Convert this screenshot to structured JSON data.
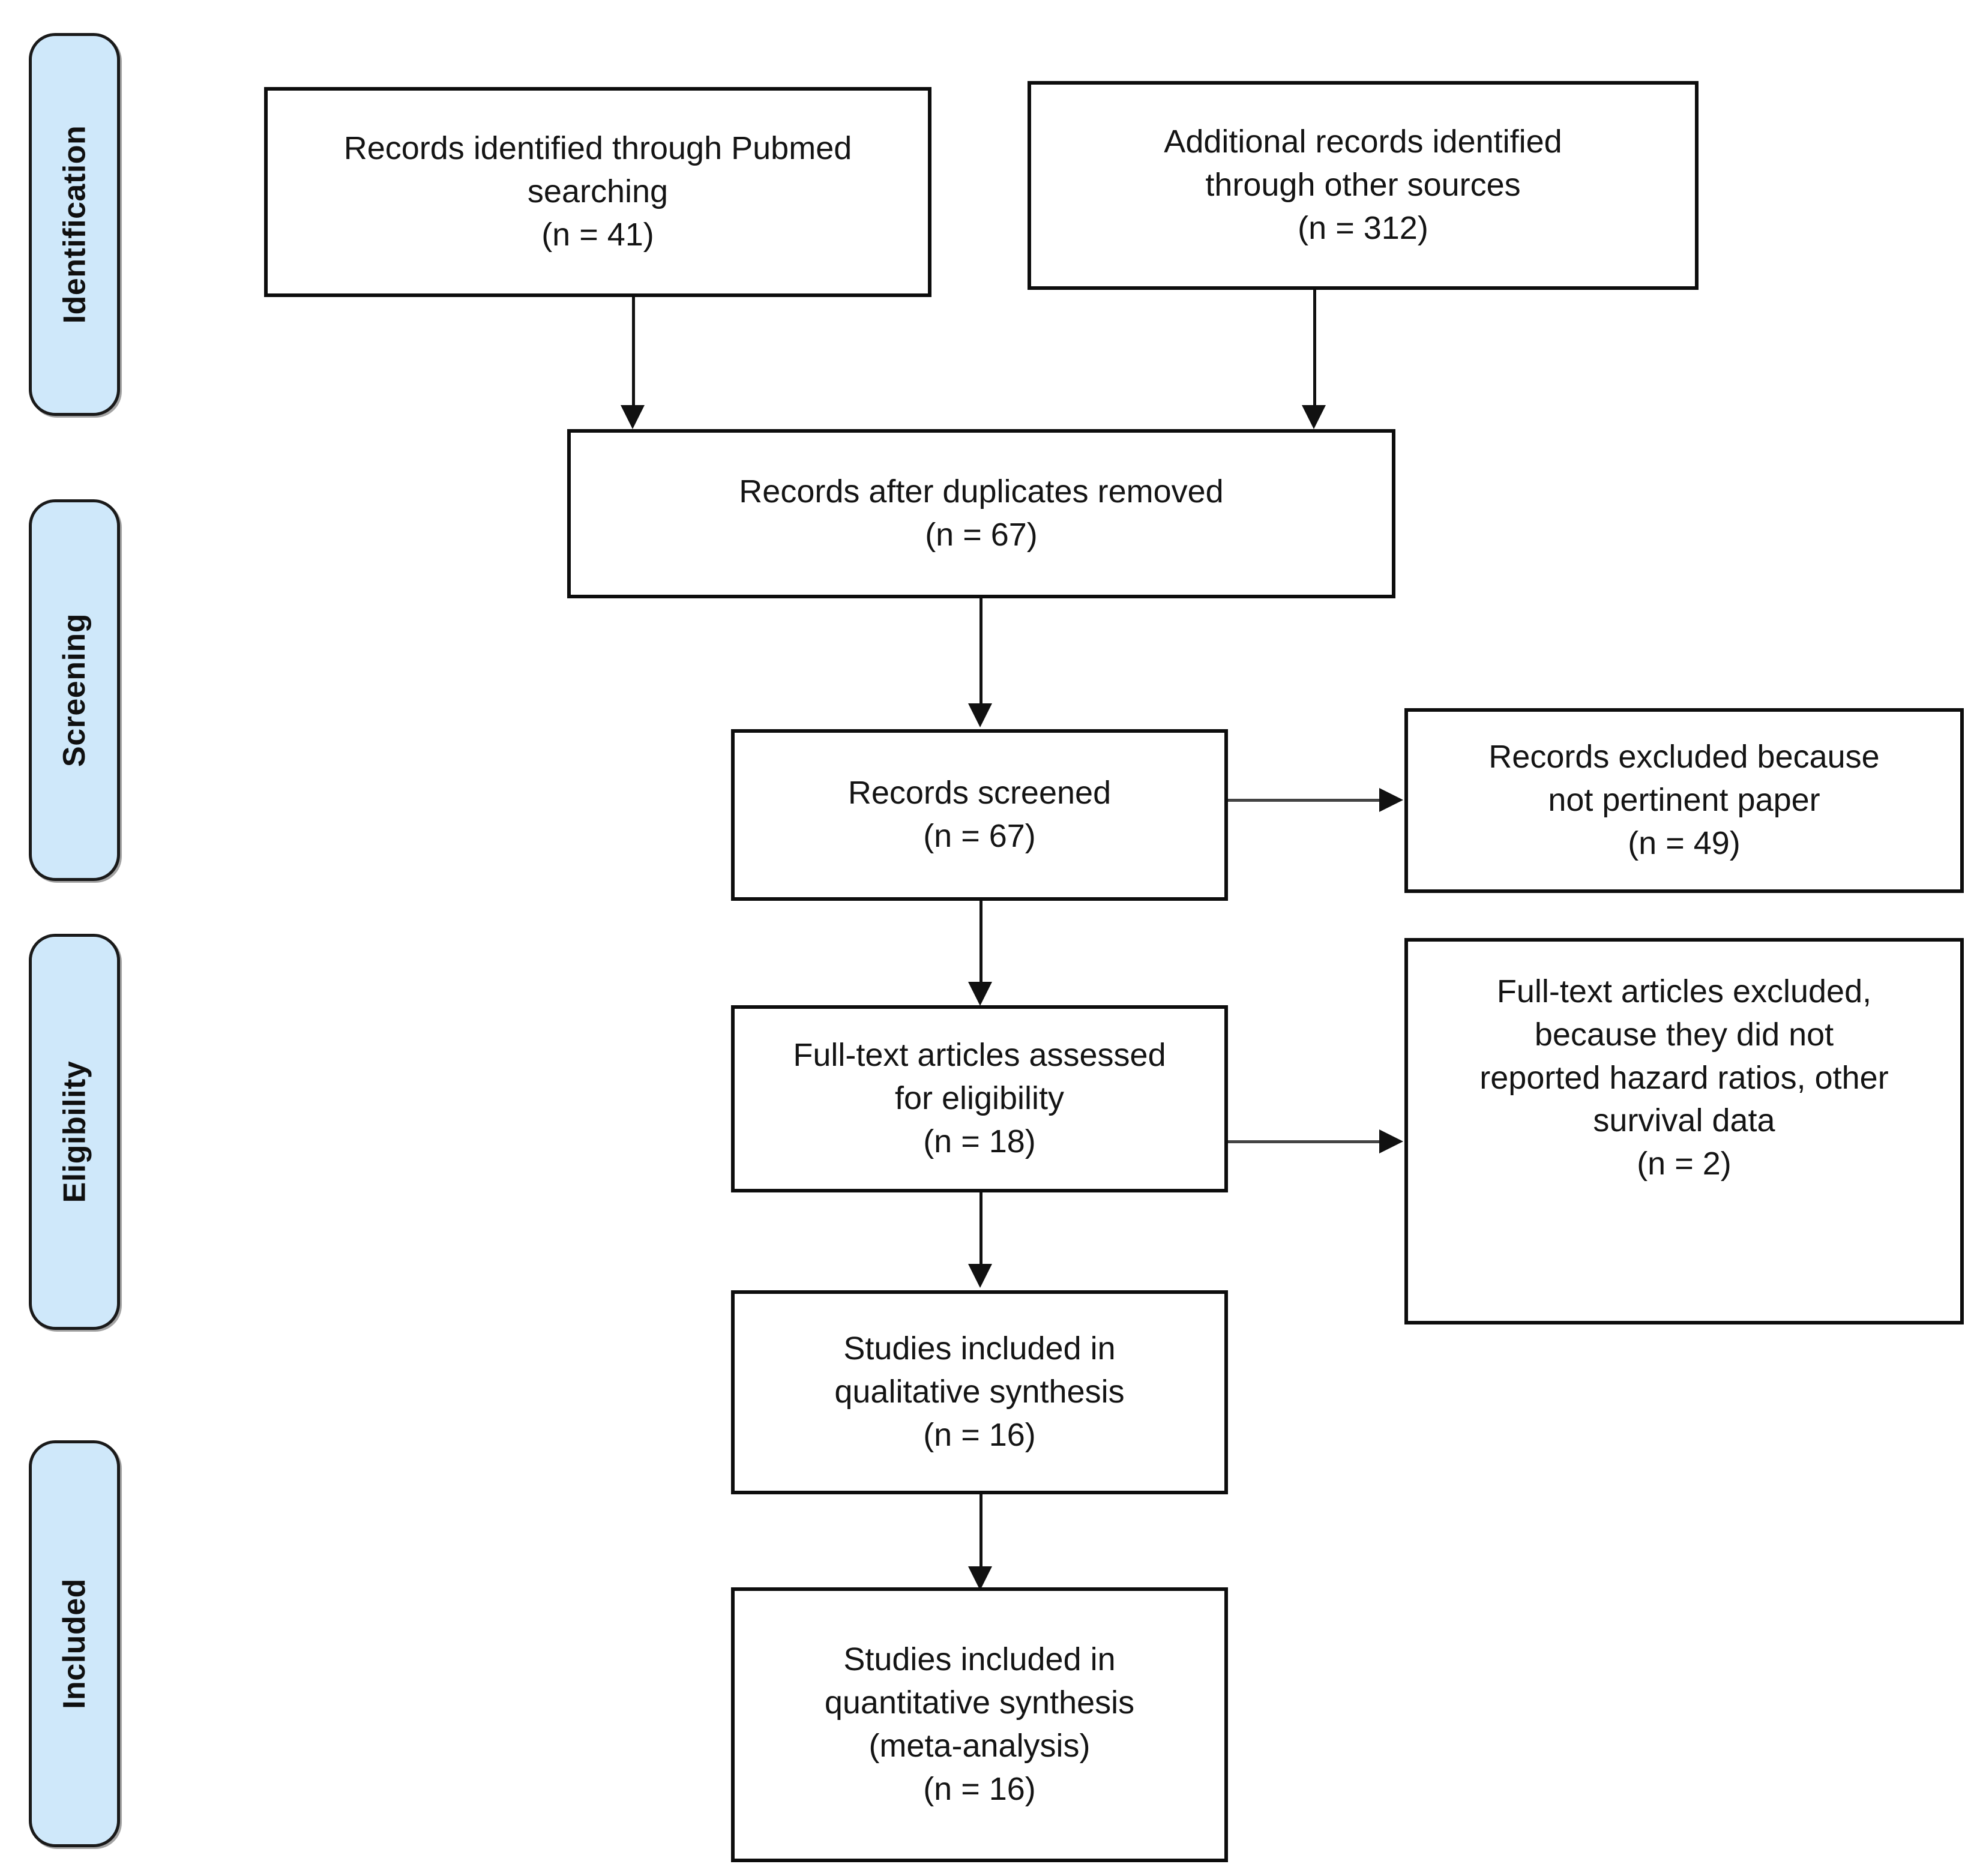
{
  "diagram": {
    "type": "prisma-flow-diagram",
    "stages": [
      {
        "id": "identification",
        "label": "Identification"
      },
      {
        "id": "screening",
        "label": "Screening"
      },
      {
        "id": "eligibility",
        "label": "Eligibility"
      },
      {
        "id": "included",
        "label": "Included"
      }
    ],
    "boxes": {
      "pubmed_records": {
        "lines": [
          "Records identified through Pubmed",
          "searching",
          "(n = 41)"
        ],
        "count": 41
      },
      "other_records": {
        "lines": [
          "Additional records identified",
          "through other sources",
          "(n = 312)"
        ],
        "count": 312
      },
      "duplicates_removed": {
        "lines": [
          "Records after duplicates removed",
          "(n = 67)"
        ],
        "count": 67
      },
      "records_screened": {
        "lines": [
          "Records screened",
          "(n = 67)"
        ],
        "count": 67
      },
      "records_excluded": {
        "lines": [
          "Records excluded because",
          "not pertinent paper",
          "(n = 49)"
        ],
        "count": 49
      },
      "fulltext_assessed": {
        "lines": [
          "Full-text articles assessed",
          "for eligibility",
          "(n = 18)"
        ],
        "count": 18
      },
      "fulltext_excluded": {
        "lines": [
          "Full-text articles excluded,",
          "because they did not",
          "reported hazard ratios, other",
          "survival data",
          "(n = 2)"
        ],
        "count": 2
      },
      "qualitative_synthesis": {
        "lines": [
          "Studies included in",
          "qualitative synthesis",
          "(n = 16)"
        ],
        "count": 16
      },
      "quantitative_synthesis": {
        "lines": [
          "Studies included in",
          "quantitative synthesis",
          "(meta-analysis)",
          "(n = 16)"
        ],
        "count": 16
      }
    },
    "colors": {
      "stage_fill": "#cfe8fa",
      "stage_border": "#1a1a1a",
      "box_border": "#0d0d0d",
      "box_fill": "#ffffff",
      "connector": "#111111",
      "text": "#141414"
    }
  }
}
